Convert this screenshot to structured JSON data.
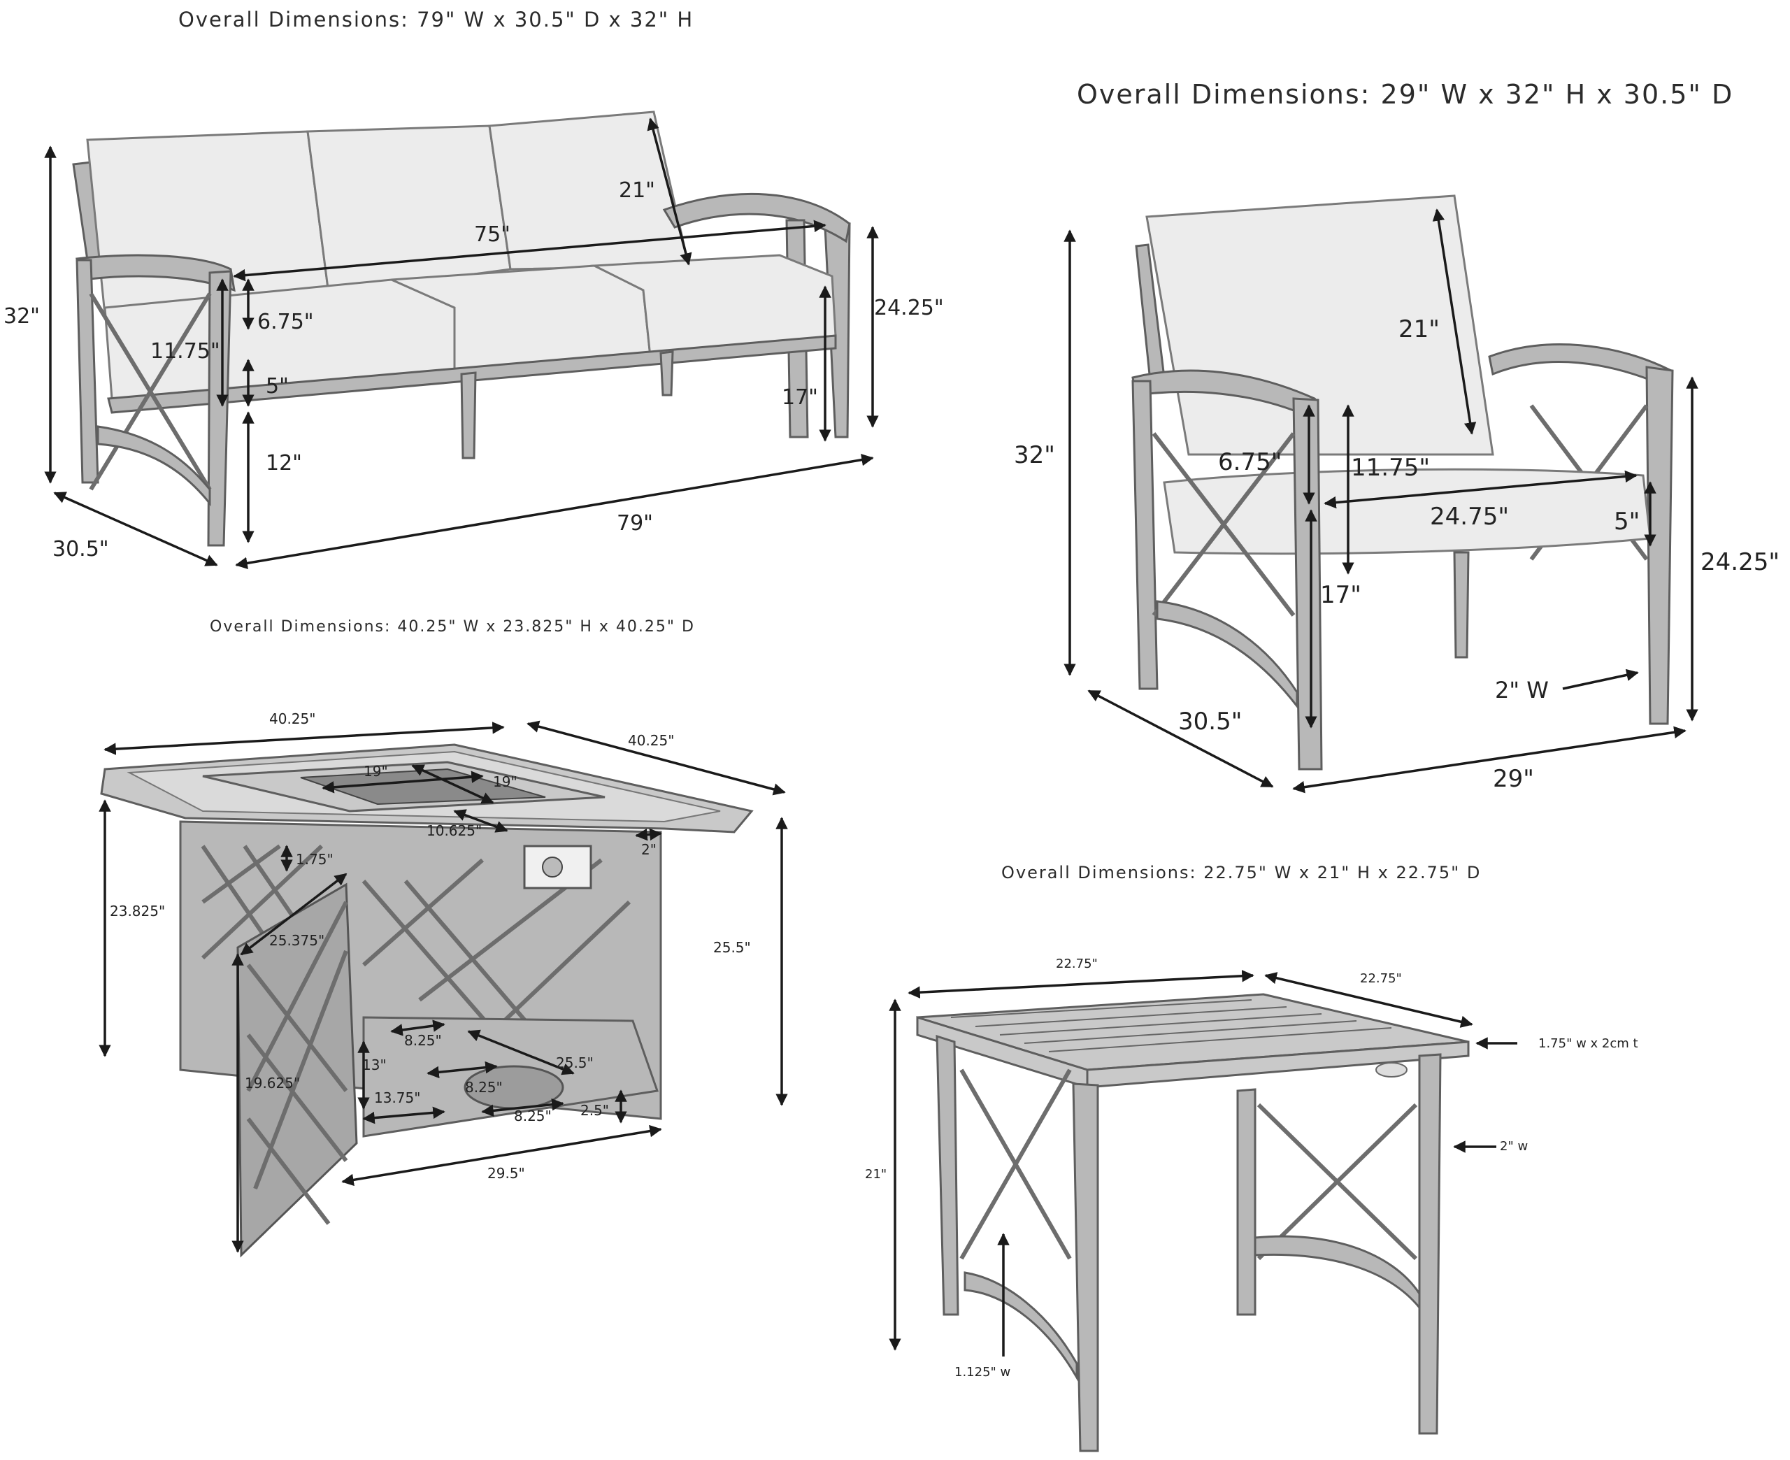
{
  "sofa": {
    "overall": "Overall Dimensions: 79\" W x 30.5\" D x 32\" H",
    "labels": {
      "height": "32\"",
      "back_cushion": "21\"",
      "seat_width": "75\"",
      "arm_height": "24.25\"",
      "seat_depth_upper": "6.75\"",
      "arm_span": "11.75\"",
      "cushion": "5\"",
      "seat_height": "17\"",
      "clearance": "12\"",
      "width": "79\"",
      "depth": "30.5\""
    }
  },
  "chair": {
    "overall": "Overall Dimensions: 29\" W x 32\" H x 30.5\" D",
    "labels": {
      "back_cushion": "21\"",
      "height": "32\"",
      "seat_depth_upper": "6.75\"",
      "arm_span": "11.75\"",
      "seat_width": "24.75\"",
      "cushion": "5\"",
      "arm_height": "24.25\"",
      "seat_height": "17\"",
      "frame_width": "2\" W",
      "depth": "30.5\"",
      "width": "29\""
    }
  },
  "fire_table": {
    "overall": "Overall Dimensions: 40.25\" W x 23.825\" H x 40.25\" D",
    "labels": {
      "width": "40.25\"",
      "depth": "40.25\"",
      "burner_w": "19\"",
      "burner_d": "19\"",
      "inset": "10.625\"",
      "top_thick": "1.75\"",
      "leg": "2\"",
      "height": "23.825\"",
      "door_diag": "25.375\"",
      "total_h": "25.5\"",
      "door_h": "19.625\"",
      "base_a": "8.25\"",
      "base_side": "13\"",
      "base_diag": "25.5\"",
      "base_b": "8.25\"",
      "base_c": "13.75\"",
      "base_d": "8.25\"",
      "foot": "2.5\"",
      "base_w": "29.5\""
    }
  },
  "side_table": {
    "overall": "Overall Dimensions: 22.75\" W x 21\" H x 22.75\" D",
    "labels": {
      "width": "22.75\"",
      "depth": "22.75\"",
      "slat": "1.75\" w x 2cm t",
      "leg_w": "2\" w",
      "height": "21\"",
      "brace": "1.125\" w"
    }
  }
}
